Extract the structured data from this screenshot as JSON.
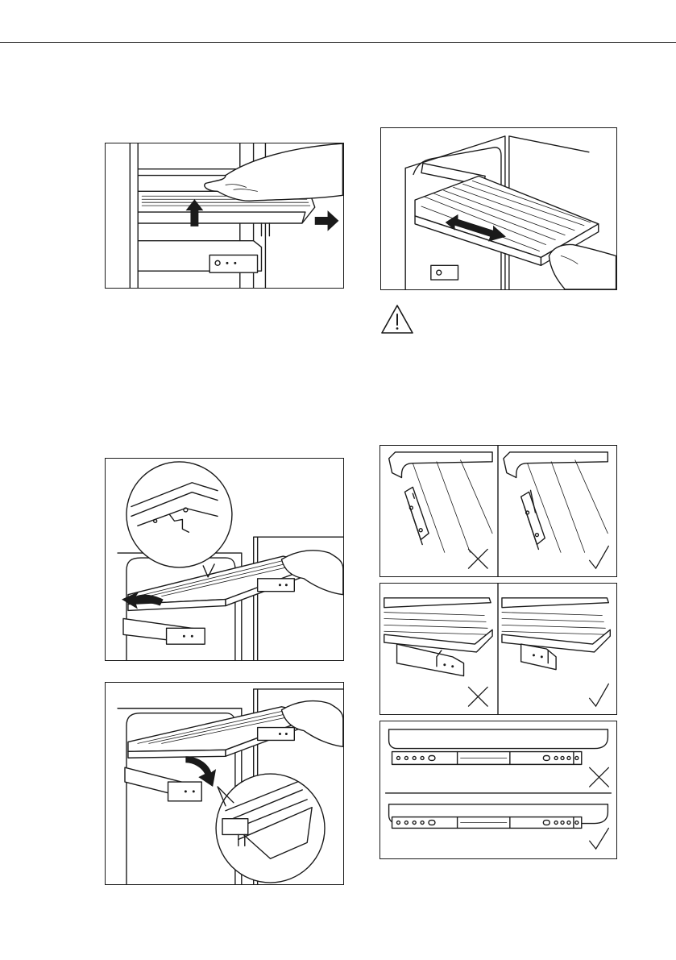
{
  "page": {
    "number": ""
  },
  "figures": [
    {
      "id": "pull-out-shelf",
      "arrows": [
        "arrow-up-icon",
        "arrow-right-icon"
      ]
    },
    {
      "id": "slide-shelf-double-arrow",
      "arrows": [
        "double-arrow-icon"
      ]
    },
    {
      "id": "tilt-shelf-remove",
      "arrows": [
        "curved-arrow-icon"
      ]
    },
    {
      "id": "lower-shelf-onto-rails",
      "arrows": [
        "curved-arrow-down-icon"
      ]
    },
    {
      "id": "check-rail-hook",
      "marks": [
        "cross-icon",
        "check-icon"
      ]
    },
    {
      "id": "check-rail-position",
      "marks": [
        "cross-icon",
        "check-icon"
      ]
    },
    {
      "id": "check-rail-alignment",
      "marks": [
        "cross-icon",
        "check-icon"
      ]
    }
  ],
  "warning": {
    "icon": "warning-triangle-icon"
  }
}
